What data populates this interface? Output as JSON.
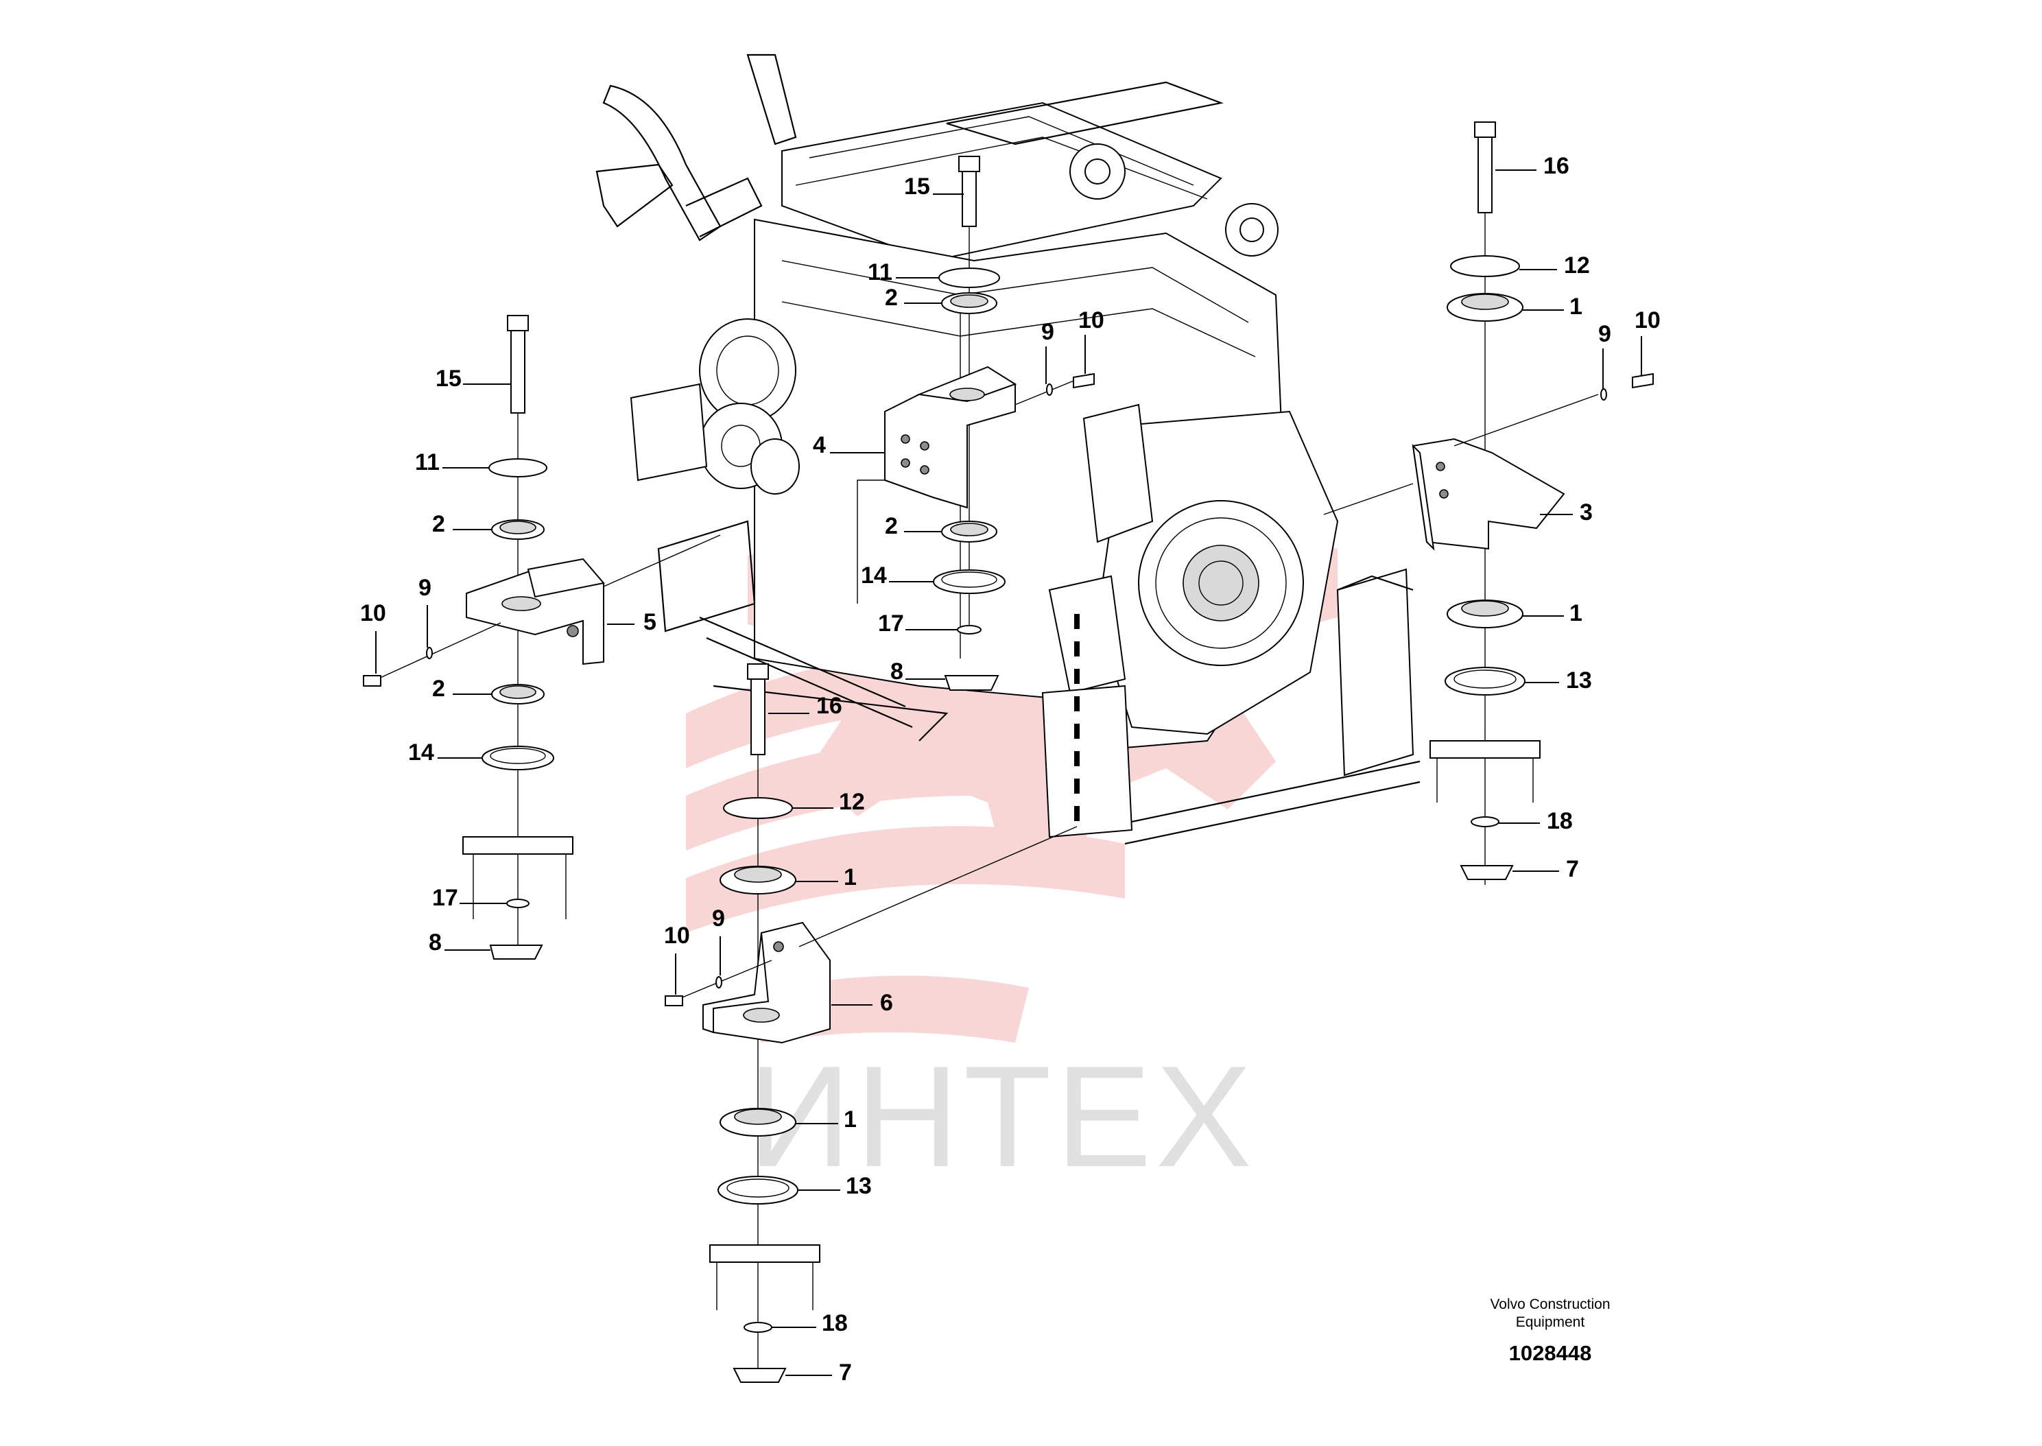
{
  "watermark": {
    "letters": "ИНТЕХ",
    "gear_color": "#f3b5b5"
  },
  "footer": {
    "brand_line1": "Volvo Construction",
    "brand_line2": "Equipment",
    "doc_number": "1028448"
  },
  "callouts": [
    {
      "id": "c15a",
      "number": "15"
    },
    {
      "id": "c11a",
      "number": "11"
    },
    {
      "id": "c2a",
      "number": "2"
    },
    {
      "id": "c9a",
      "number": "9"
    },
    {
      "id": "c10a",
      "number": "10"
    },
    {
      "id": "c4",
      "number": "4"
    },
    {
      "id": "c2b",
      "number": "2"
    },
    {
      "id": "c14a",
      "number": "14"
    },
    {
      "id": "c17a",
      "number": "17"
    },
    {
      "id": "c8a",
      "number": "8"
    },
    {
      "id": "c15b",
      "number": "15"
    },
    {
      "id": "c11b",
      "number": "11"
    },
    {
      "id": "c2c",
      "number": "2"
    },
    {
      "id": "c10b",
      "number": "10"
    },
    {
      "id": "c9b",
      "number": "9"
    },
    {
      "id": "c5",
      "number": "5"
    },
    {
      "id": "c2d",
      "number": "2"
    },
    {
      "id": "c14b",
      "number": "14"
    },
    {
      "id": "c17b",
      "number": "17"
    },
    {
      "id": "c8b",
      "number": "8"
    },
    {
      "id": "c16a",
      "number": "16"
    },
    {
      "id": "c12a",
      "number": "12"
    },
    {
      "id": "c1a",
      "number": "1"
    },
    {
      "id": "c10c",
      "number": "10"
    },
    {
      "id": "c9c",
      "number": "9"
    },
    {
      "id": "c6",
      "number": "6"
    },
    {
      "id": "c1b",
      "number": "1"
    },
    {
      "id": "c13a",
      "number": "13"
    },
    {
      "id": "c18a",
      "number": "18"
    },
    {
      "id": "c7a",
      "number": "7"
    },
    {
      "id": "c16b",
      "number": "16"
    },
    {
      "id": "c12b",
      "number": "12"
    },
    {
      "id": "c1c",
      "number": "1"
    },
    {
      "id": "c9d",
      "number": "9"
    },
    {
      "id": "c10d",
      "number": "10"
    },
    {
      "id": "c3",
      "number": "3"
    },
    {
      "id": "c1d",
      "number": "1"
    },
    {
      "id": "c13b",
      "number": "13"
    },
    {
      "id": "c18b",
      "number": "18"
    },
    {
      "id": "c7b",
      "number": "7"
    }
  ]
}
